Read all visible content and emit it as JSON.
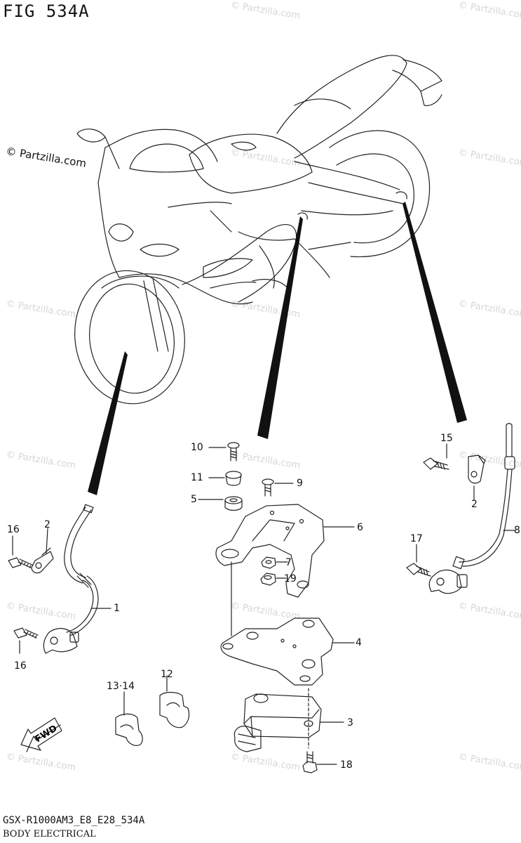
{
  "figure": {
    "title": "FIG 534A",
    "copyright": "© Partzilla.com",
    "watermark": "© Partzilla.com",
    "footer_code": "GSX-R1000AM3_E8_E28_534A",
    "footer_section": "BODY ELECTRICAL",
    "direction_badge": "FWD"
  },
  "callouts": [
    {
      "id": "c10",
      "label": "10"
    },
    {
      "id": "c11",
      "label": "11"
    },
    {
      "id": "c9",
      "label": "9"
    },
    {
      "id": "c5",
      "label": "5"
    },
    {
      "id": "c6",
      "label": "6"
    },
    {
      "id": "c7",
      "label": "7"
    },
    {
      "id": "c19",
      "label": "19"
    },
    {
      "id": "c4",
      "label": "4"
    },
    {
      "id": "c3",
      "label": "3"
    },
    {
      "id": "c18",
      "label": "18"
    },
    {
      "id": "c12",
      "label": "12"
    },
    {
      "id": "c1314",
      "label": "13·14"
    },
    {
      "id": "c16a",
      "label": "16"
    },
    {
      "id": "c16b",
      "label": "16"
    },
    {
      "id": "c2a",
      "label": "2"
    },
    {
      "id": "c1",
      "label": "1"
    },
    {
      "id": "c15",
      "label": "15"
    },
    {
      "id": "c2b",
      "label": "2"
    },
    {
      "id": "c17",
      "label": "17"
    },
    {
      "id": "c8",
      "label": "8"
    }
  ]
}
